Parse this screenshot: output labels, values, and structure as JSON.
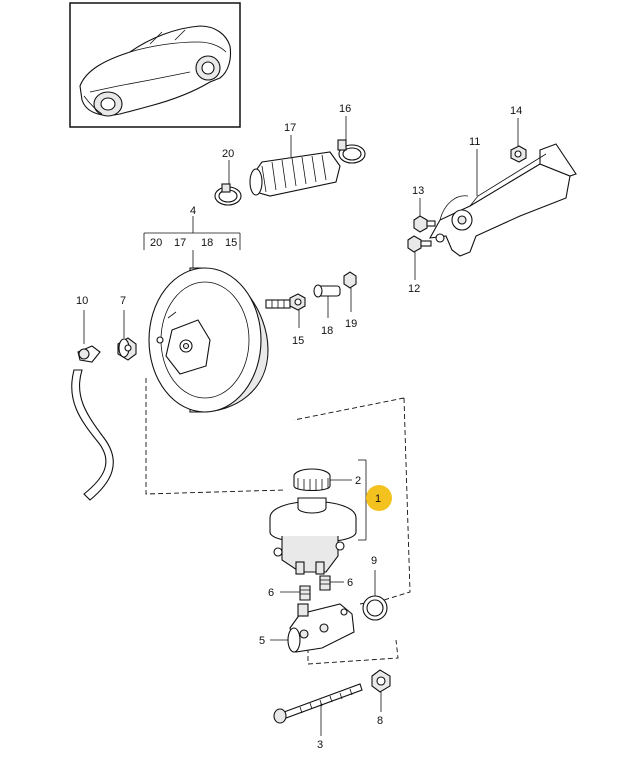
{
  "callouts": {
    "c1": "1",
    "c2": "2",
    "c3": "3",
    "c4": "4",
    "c5": "5",
    "c6a": "6",
    "c6b": "6",
    "c7": "7",
    "c8": "8",
    "c9": "9",
    "c10": "10",
    "c11": "11",
    "c12": "12",
    "c13": "13",
    "c14": "14",
    "c15": "15",
    "c16": "16",
    "c17": "17",
    "c18": "18",
    "c19": "19",
    "c20": "20"
  },
  "group4": {
    "g20": "20",
    "g17": "17",
    "g18": "18",
    "g15": "15"
  },
  "colors": {
    "highlight": "#f4c21f",
    "line": "#111111"
  }
}
